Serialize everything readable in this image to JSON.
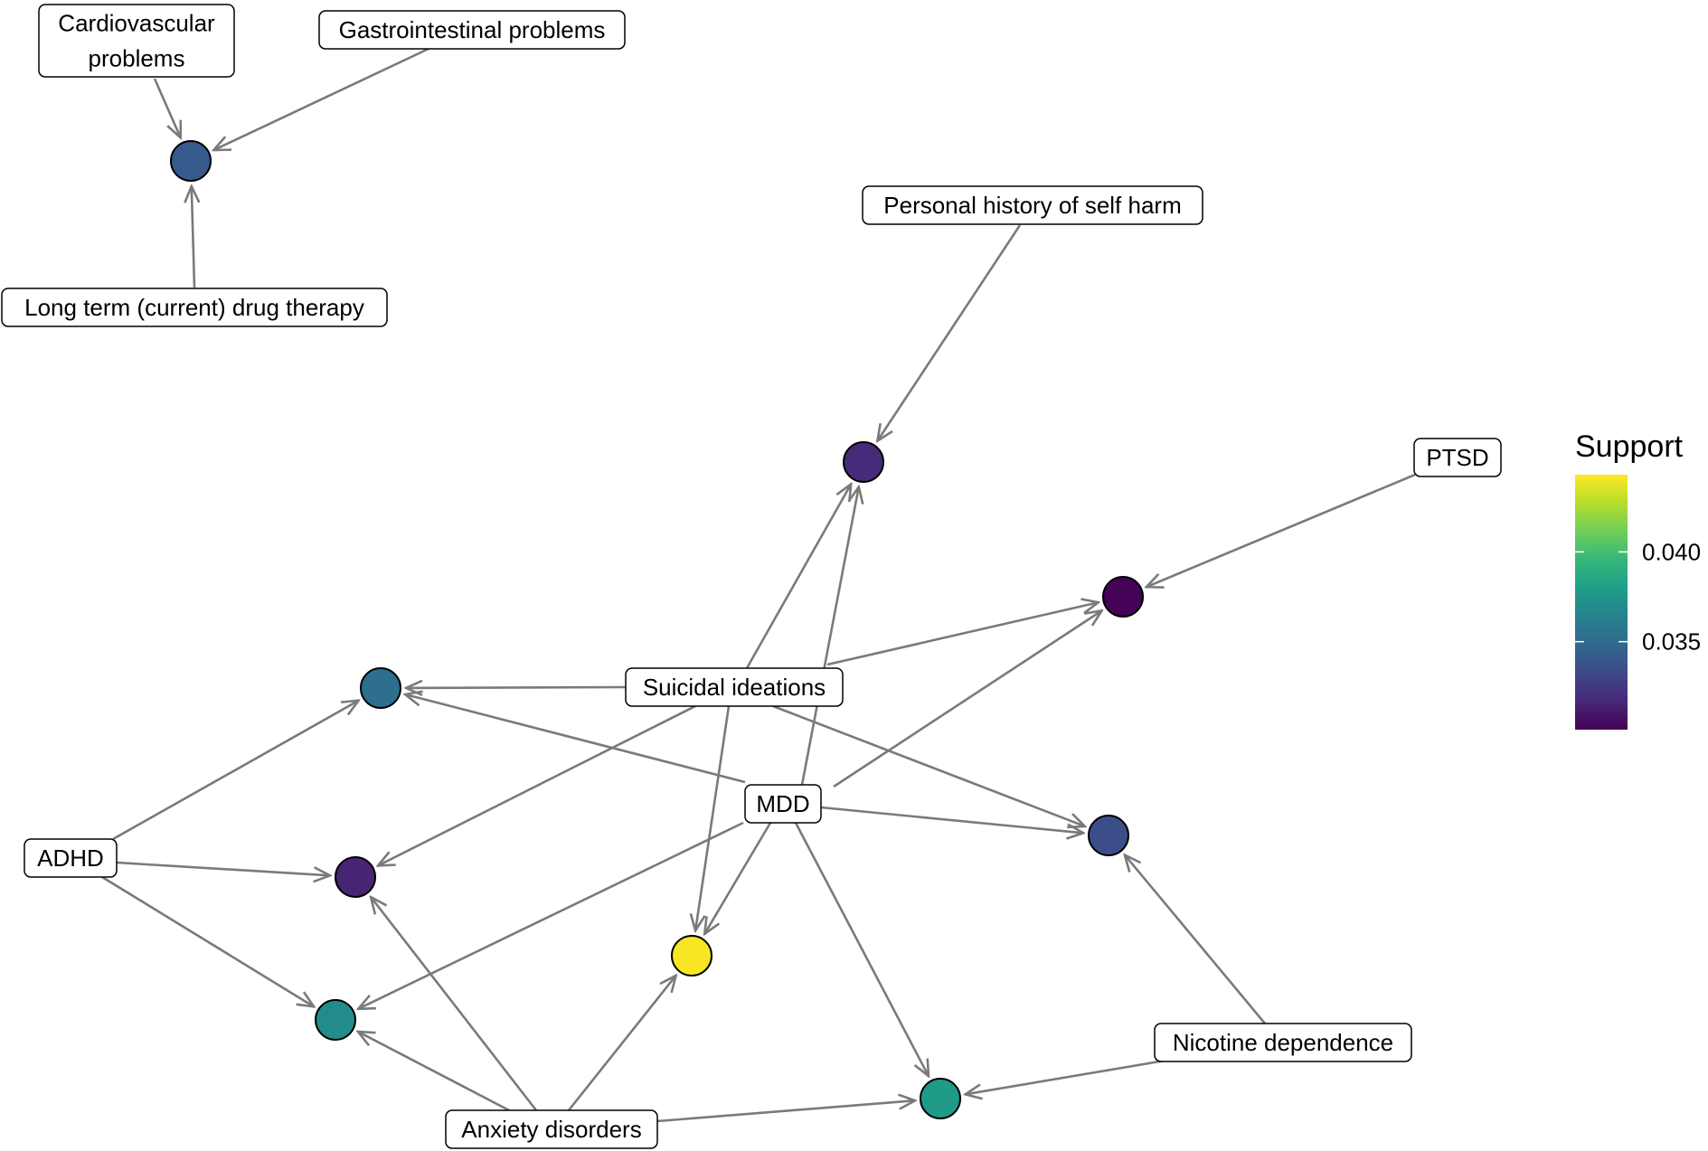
{
  "labels": {
    "cardio": [
      "Cardiovascular",
      "problems"
    ],
    "gastro": [
      "Gastrointestinal problems"
    ],
    "longterm": [
      "Long term (current) drug therapy"
    ],
    "selfharm": [
      "Personal history of self harm"
    ],
    "ptsd": [
      "PTSD"
    ],
    "suicidal": [
      "Suicidal ideations"
    ],
    "mdd": [
      "MDD"
    ],
    "adhd": [
      "ADHD"
    ],
    "nicotine": [
      "Nicotine dependence"
    ],
    "anxiety": [
      "Anxiety disorders"
    ]
  },
  "nodes": {
    "n_top": {
      "support": 0.0341
    },
    "n_selfharm": {
      "support": 0.0318
    },
    "n_ptsd": {
      "support": 0.0302
    },
    "n_teal": {
      "support": 0.0352
    },
    "n_purple": {
      "support": 0.0315
    },
    "n_lteal": {
      "support": 0.0369
    },
    "n_yellow": {
      "support": 0.0442
    },
    "n_blue": {
      "support": 0.0335
    },
    "n_green": {
      "support": 0.0378
    }
  },
  "edges": [
    [
      "cardio",
      "n_top"
    ],
    [
      "gastro",
      "n_top"
    ],
    [
      "longterm",
      "n_top"
    ],
    [
      "selfharm",
      "n_selfharm"
    ],
    [
      "ptsd",
      "n_ptsd"
    ],
    [
      "suicidal",
      "n_selfharm"
    ],
    [
      "suicidal",
      "n_ptsd"
    ],
    [
      "suicidal",
      "n_teal"
    ],
    [
      "suicidal",
      "n_purple"
    ],
    [
      "suicidal",
      "n_blue"
    ],
    [
      "suicidal",
      "n_yellow"
    ],
    [
      "mdd",
      "n_selfharm"
    ],
    [
      "mdd",
      "n_ptsd"
    ],
    [
      "mdd",
      "n_teal"
    ],
    [
      "mdd",
      "n_blue"
    ],
    [
      "mdd",
      "n_yellow"
    ],
    [
      "mdd",
      "n_lteal"
    ],
    [
      "mdd",
      "n_green"
    ],
    [
      "adhd",
      "n_teal"
    ],
    [
      "adhd",
      "n_purple"
    ],
    [
      "adhd",
      "n_lteal"
    ],
    [
      "anxiety",
      "n_purple"
    ],
    [
      "anxiety",
      "n_lteal"
    ],
    [
      "anxiety",
      "n_yellow"
    ],
    [
      "anxiety",
      "n_green"
    ],
    [
      "nicotine",
      "n_blue"
    ],
    [
      "nicotine",
      "n_green"
    ]
  ],
  "legend": {
    "title": "Support",
    "ticks": [
      {
        "value": 0.04,
        "label": "0.040"
      },
      {
        "value": 0.035,
        "label": "0.035"
      }
    ],
    "min": 0.0301,
    "max": 0.0443,
    "colors": [
      "#440154",
      "#482878",
      "#3e4989",
      "#31688e",
      "#26828e",
      "#1f9e89",
      "#35b779",
      "#6ece58",
      "#b5de2b",
      "#fde725"
    ]
  }
}
